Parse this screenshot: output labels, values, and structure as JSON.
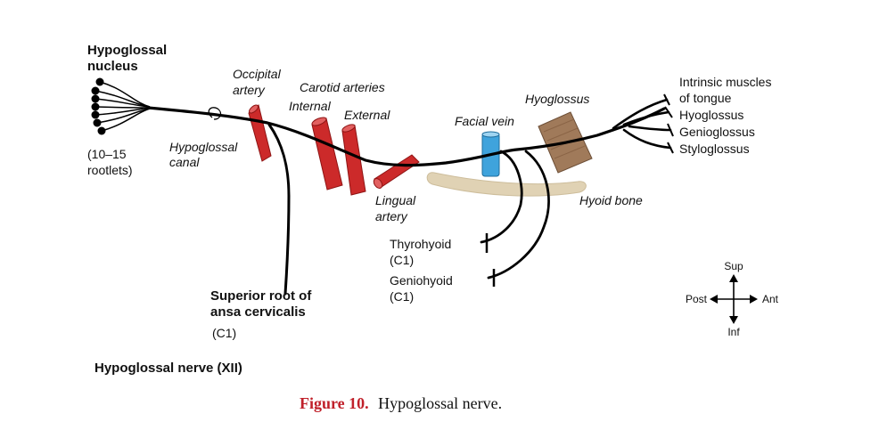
{
  "labels": {
    "nucleus_l1": "Hypoglossal",
    "nucleus_l2": "nucleus",
    "rootlets_l1": "(10–15",
    "rootlets_l2": "rootlets)",
    "canal_l1": "Hypoglossal",
    "canal_l2": "canal",
    "occipital_l1": "Occipital",
    "occipital_l2": "artery",
    "carotid": "Carotid arteries",
    "internal": "Internal",
    "external": "External",
    "lingual_l1": "Lingual",
    "lingual_l2": "artery",
    "facial_vein": "Facial vein",
    "hyoglossus_top": "Hyoglossus",
    "hyoid_bone": "Hyoid bone",
    "thyrohyoid_l1": "Thyrohyoid",
    "thyrohyoid_l2": "(C1)",
    "geniohyoid_l1": "Geniohyoid",
    "geniohyoid_l2": "(C1)",
    "ansa_l1": "Superior root of",
    "ansa_l2": "ansa cervicalis",
    "ansa_l3": "(C1)",
    "title": "Hypoglossal nerve (XII)",
    "muscles": [
      "Intrinsic muscles",
      "of tongue",
      "Hyoglossus",
      "Genioglossus",
      "Styloglossus"
    ]
  },
  "compass": {
    "sup": "Sup",
    "inf": "Inf",
    "post": "Post",
    "ant": "Ant"
  },
  "caption": {
    "number": "Figure 10.",
    "text": "Hypoglossal nerve."
  },
  "colors": {
    "artery": "#cc2a2a",
    "artery_dark": "#8e1414",
    "vein": "#3fa3dc",
    "bone": "#e0d2b4",
    "muscle": "#a07a5a",
    "nerve": "#000000",
    "caption_accent": "#c0202a"
  }
}
